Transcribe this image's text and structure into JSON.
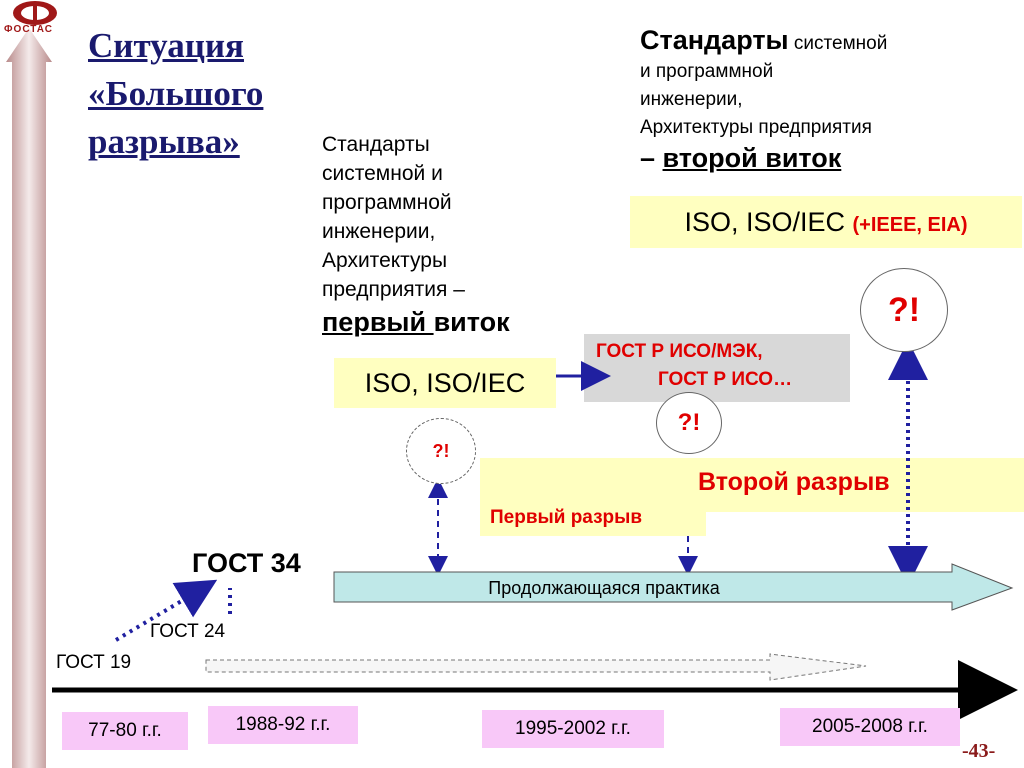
{
  "logo": {
    "text": "ФОСТАС"
  },
  "title": {
    "line1": "Ситуация",
    "line2": "«Большого",
    "line3": "разрыва»"
  },
  "standards_first": {
    "lines": [
      "Стандарты",
      "системной и",
      "программной",
      "инженерии,",
      "Архитектуры",
      "предприятия  –"
    ],
    "turn_a": "первый ",
    "turn_b": "виток",
    "iso": "ISO, ISO/IEC"
  },
  "standards_second": {
    "head_big": "Стандарты",
    "head_rest": " системной",
    "lines": [
      "и программной",
      "инженерии,",
      "Архитектуры предприятия"
    ],
    "dash": "– ",
    "turn": "второй виток",
    "iso_main": "ISO, ISO/IEC ",
    "iso_extra": "(+IEEE, EIA)"
  },
  "gost_r": {
    "line1": "ГОСТ Р ИСО/МЭК,",
    "line2": "ГОСТ Р ИСО…"
  },
  "question_marks": {
    "q1": "?!",
    "q2": "?!",
    "q3": "?!"
  },
  "gaps": {
    "second": "Второй разрыв",
    "first": "Первый разрыв"
  },
  "gost": {
    "g34": "ГОСТ 34",
    "g24": "ГОСТ 24",
    "g19": "ГОСТ 19"
  },
  "practice": "Продолжающаяся практика",
  "years": [
    "77-80 г.г.",
    "1988-92 г.г.",
    "1995-2002 г.г.",
    "2005-2008 г.г."
  ],
  "page_number": "-43-",
  "colors": {
    "title": "#1a1a6e",
    "red": "#e00000",
    "arrow_blue": "#2020a0",
    "practice_fill": "#bfe8e8",
    "year_box": "#f8c8f8",
    "yellow": "#ffffc0"
  }
}
